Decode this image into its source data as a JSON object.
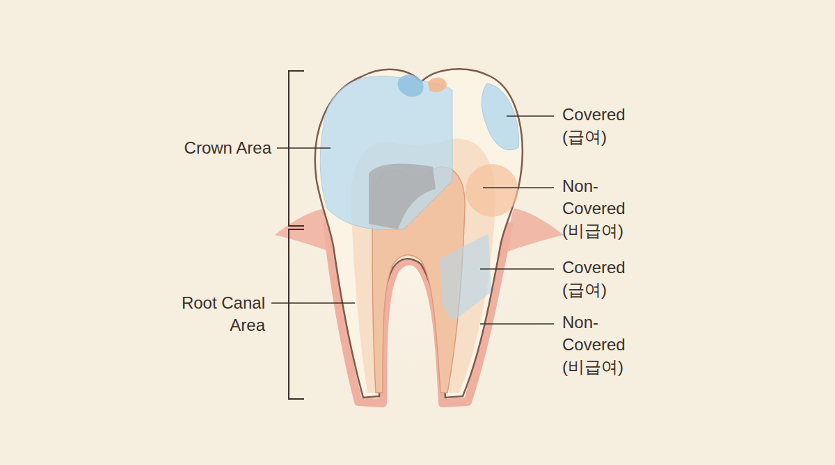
{
  "diagram": {
    "labels": [
      "Crown Area",
      "Root Canal Area",
      "Covered (급여)",
      "Non-Covered (비급여)",
      "Covered (급여)",
      "Non-Covered (비급여)"
    ]
  }
}
